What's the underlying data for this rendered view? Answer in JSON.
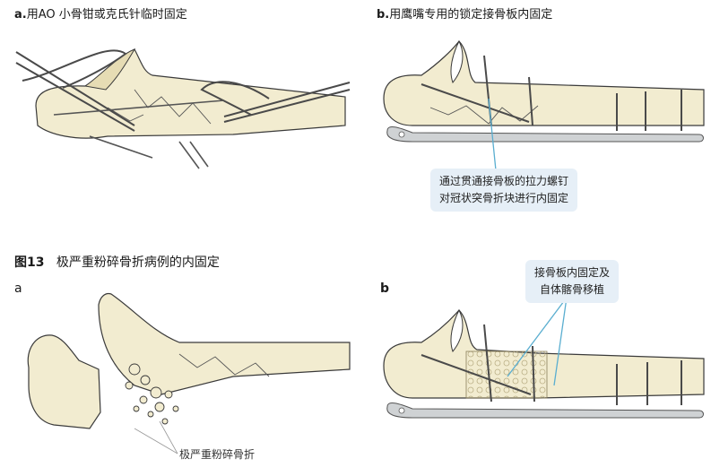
{
  "panel_a_top": {
    "caption_prefix": "a.",
    "caption_text": "用AO 小骨钳或克氏针临时固定"
  },
  "panel_b_top": {
    "caption_prefix": "b.",
    "caption_text": "用鹰嘴专用的锁定接骨板内固定",
    "callout_line1": "通过贯通接骨板的拉力螺钉",
    "callout_line2": "对冠状突骨折块进行内固定"
  },
  "figure": {
    "title_label": "图13",
    "title_text": "极严重粉碎骨折病例的内固定"
  },
  "panel_a_bottom": {
    "letter": "a",
    "label": "极严重粉碎骨折"
  },
  "panel_b_bottom": {
    "letter": "b",
    "callout_line1": "接骨板内固定及",
    "callout_line2": "自体髂骨移植"
  },
  "colors": {
    "bone": "#f2ecd0",
    "bone_outline": "#3a3a3a",
    "callout_bg": "#e6eff7",
    "pointer_line": "#5aaed0",
    "plate": "#cfd2d4"
  }
}
